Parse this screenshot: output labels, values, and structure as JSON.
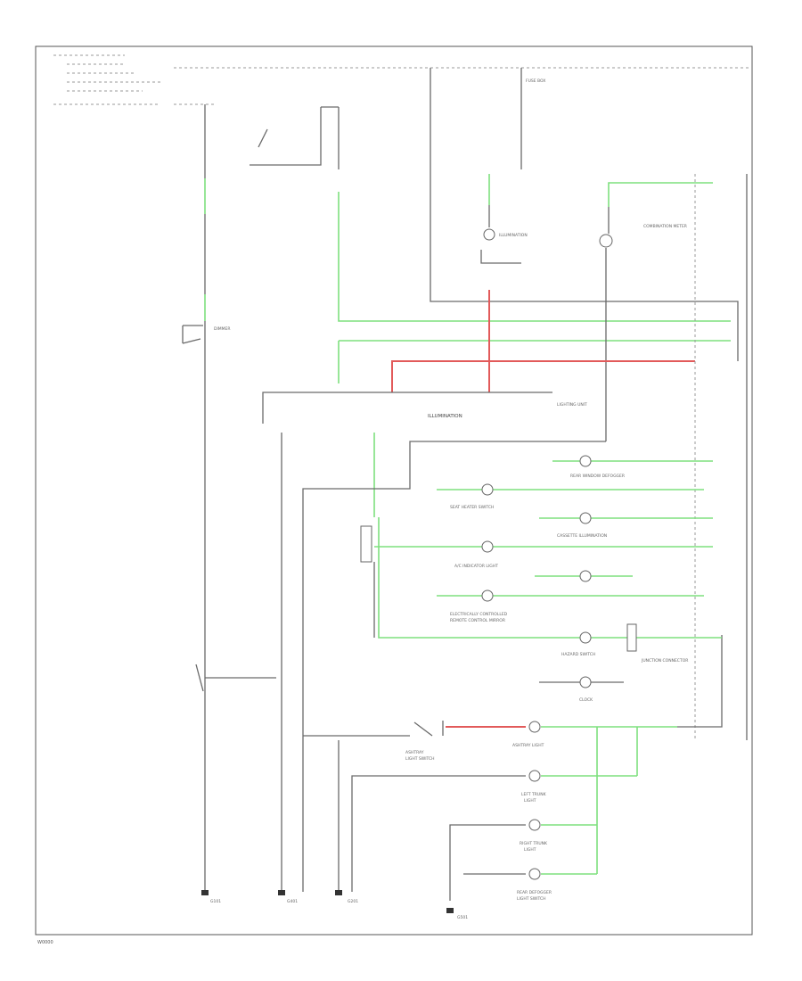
{
  "diagram": {
    "labels": {
      "ilm_bus": "ILLUMINATION",
      "center_bus": "ILLUMINATION",
      "rear_window_defogger": "REAR WINDOW DEFOGGER",
      "seat_heater_switch": "SEAT HEATER SWITCH",
      "cassette_illum": "CASSETTE ILLUMINATION",
      "ac_indicator": "A/C INDICATOR LIGHT",
      "elec_control_mirror": "ELECTRICALLY CONTROLLED",
      "elec_control_mirror2": "REMOTE CONTROL MIRROR",
      "hazard_switch": "HAZARD SWITCH",
      "clock": "CLOCK",
      "ashtray_light": "ASHTRAY LIGHT",
      "ashtray_switch": "ASHTRAY",
      "ashtray_switch2": "LIGHT SWITCH",
      "left_trunk": "LEFT TRUNK",
      "left_trunk2": "LIGHT",
      "right_trunk": "RIGHT TRUNK",
      "right_trunk2": "LIGHT",
      "rear_defogger_illum": "REAR DEFOGGER",
      "rear_defogger_illum2": "LIGHT SWITCH",
      "dimmer": "DIMMER",
      "lighting_unit": "LIGHTING UNIT",
      "combination_meter": "COMBINATION METER",
      "illumination_small": "ILLUMINATION",
      "junction_connector": "JUNCTION CONNECTOR",
      "ground_g1": "G101",
      "ground_g2": "G401",
      "ground_g3": "G201",
      "ground_g4": "G501",
      "fuse_box": "FUSE BOX",
      "corner_code": "W0000"
    }
  }
}
